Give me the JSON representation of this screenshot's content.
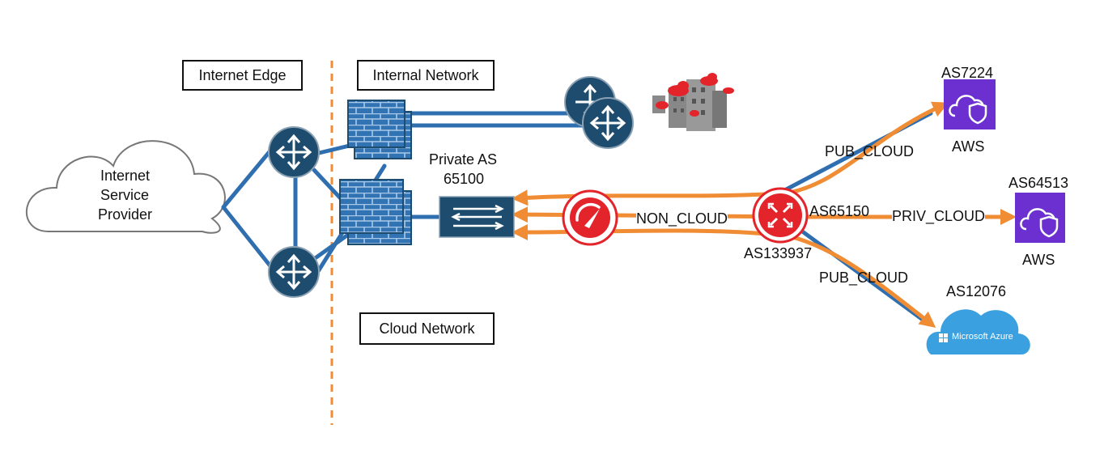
{
  "zones": {
    "internet_edge": "Internet Edge",
    "internal_network": "Internal Network",
    "cloud_network": "Cloud Network"
  },
  "isp": {
    "line1": "Internet",
    "line2": "Service",
    "line3": "Provider"
  },
  "private_as": {
    "line1": "Private AS",
    "line2": "65100"
  },
  "links": {
    "non_cloud": "NON_CLOUD",
    "pub_cloud_top": "PUB_CLOUD",
    "priv_cloud": "PRIV_CLOUD",
    "pub_cloud_bottom": "PUB_CLOUD"
  },
  "as_labels": {
    "hub_right": "AS65150",
    "hub_below": "AS133937",
    "aws_top": "AS7224",
    "aws_mid": "AS64513",
    "azure": "AS12076"
  },
  "clouds": {
    "aws_top": "AWS",
    "aws_mid": "AWS",
    "azure_brand": "Microsoft Azure"
  },
  "colors": {
    "network_blue": "#2f6fb0",
    "device_navy": "#1e4c6e",
    "traffic_orange": "#f08c34",
    "accent_red": "#e3242b",
    "aws_purple": "#6c2fd0",
    "azure_blue": "#3aa0e0"
  },
  "icons": [
    "cloud-icon",
    "router-icon",
    "firewall-icon",
    "switch-icon",
    "speedometer-icon",
    "hub-icon",
    "office-building-icon",
    "aws-shield-icon",
    "azure-cloud-icon"
  ]
}
